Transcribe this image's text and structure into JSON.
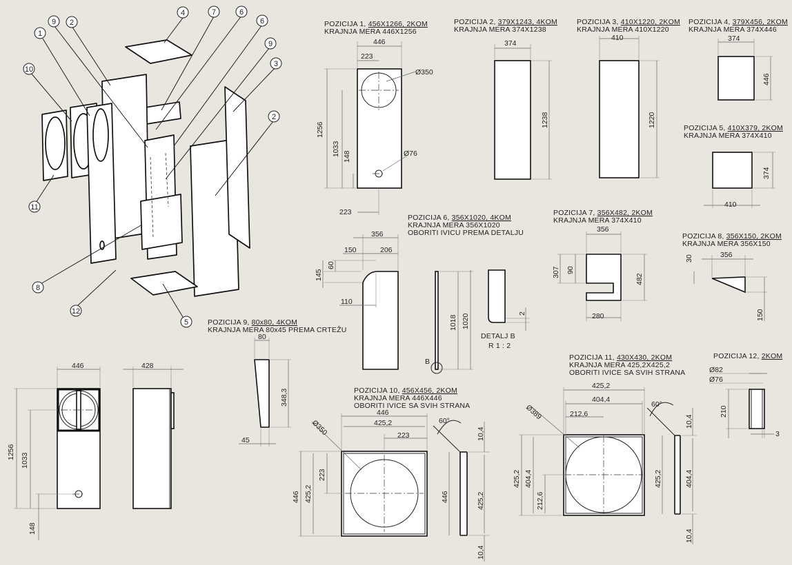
{
  "drawing": {
    "balloons": [
      "1",
      "2",
      "3",
      "4",
      "5",
      "6",
      "6",
      "7",
      "8",
      "9",
      "9",
      "10",
      "11",
      "12",
      "2"
    ],
    "parts": {
      "p1": {
        "l1": "POZICIJA 1, ",
        "u1": "456X1266, 2KOM",
        "l2": "KRAJNJA MERA 446X1256",
        "dims": [
          "446",
          "223",
          "Ø350",
          "1256",
          "1033",
          "148",
          "Ø76",
          "223"
        ]
      },
      "p2": {
        "l1": "POZICIJA 2, ",
        "u1": "379X1243, 4KOM",
        "l2": "KRAJNJA MERA 374X1238",
        "dims": [
          "374",
          "1238"
        ]
      },
      "p3": {
        "l1": "POZICIJA 3, ",
        "u1": "410X1220, 2KOM",
        "l2": "KRAJNJA MERA 410X1220",
        "dims": [
          "410",
          "1220"
        ]
      },
      "p4": {
        "l1": "POZICIJA 4, ",
        "u1": "379X456, 2KOM",
        "l2": "KRAJNJA MERA 374X446",
        "dims": [
          "374",
          "446"
        ]
      },
      "p5": {
        "l1": "POZICIJA 5, ",
        "u1": "410X379, 2KOM",
        "l2": "KRAJNJA MERA 374X410",
        "dims": [
          "374",
          "410"
        ]
      },
      "p6": {
        "l1": "POZICIJA 6, ",
        "u1": "356X1020, 4KOM",
        "l2": "KRAJNJA MERA 356X1020",
        "l3": "OBORITI IVICU PREMA DETALJU",
        "dims": [
          "356",
          "150",
          "206",
          "60",
          "145",
          "110",
          "1018",
          "1020",
          "2",
          "B"
        ]
      },
      "p7": {
        "l1": "POZICIJA 7, ",
        "u1": "356X482, 2KOM",
        "l2": "KRAJNJA MERA 374X410",
        "dims": [
          "356",
          "307",
          "90",
          "482",
          "280"
        ]
      },
      "p8": {
        "l1": "POZICIJA 8, ",
        "u1": "356X150, 2KOM",
        "l2": "KRAJNJA MERA 356X150",
        "dims": [
          "30",
          "356",
          "150"
        ]
      },
      "p9": {
        "l1": "POZICIJA 9, ",
        "u1": "80x80, 4KOM",
        "l2": "KRAJNJA MERA 80x45 PREMA CRTEŽU",
        "dims": [
          "80",
          "348,3",
          "45"
        ]
      },
      "p10": {
        "l1": "POZICIJA 10, ",
        "u1": "456X456, 2KOM",
        "l2": "KRAJNJA MERA 446X446",
        "l3": "OBORITI IVICE SA SVIH STRANA",
        "dims": [
          "446",
          "425,2",
          "223",
          "Ø350",
          "60°",
          "10,4",
          "446",
          "425,2",
          "223",
          "446",
          "425,2",
          "10,4"
        ]
      },
      "p11": {
        "l1": "POZICIJA 11, ",
        "u1": "430X430, 2KOM",
        "l2": "KRAJNJA MERA 425,2X425,2",
        "l3": "OBORITI IVICE SA SVIH STRANA",
        "dims": [
          "425,2",
          "404,4",
          "212,6",
          "Ø389",
          "60°",
          "10,4",
          "425,2",
          "404,4",
          "212,6",
          "425,2",
          "404,4",
          "10,4"
        ]
      },
      "p12": {
        "l1": "POZICIJA 12, ",
        "u1": "2KOM",
        "dims": [
          "Ø82",
          "Ø76",
          "210",
          "3"
        ]
      }
    },
    "detail": {
      "label": "DETALJ B",
      "scale": "R 1 : 2"
    },
    "assembly": {
      "dims": [
        "446",
        "428",
        "1256",
        "1033",
        "148"
      ]
    }
  }
}
